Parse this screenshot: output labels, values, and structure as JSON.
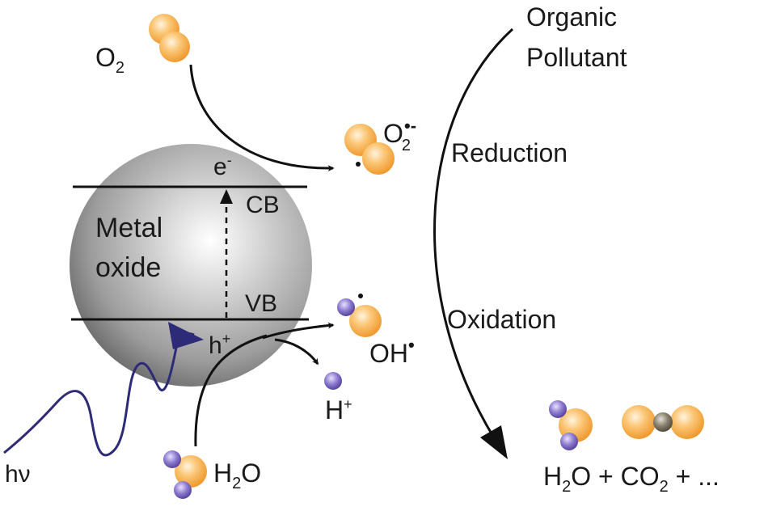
{
  "diagram": {
    "catalyst_label_line1": "Metal",
    "catalyst_label_line2": "oxide",
    "conduction_band": "CB",
    "valence_band": "VB",
    "electron": {
      "base": "e",
      "sup": "-"
    },
    "hole": {
      "base": "h",
      "sup": "+"
    },
    "photon": "hν",
    "oxygen": {
      "base": "O",
      "sub": "2"
    },
    "superoxide": {
      "base": "O",
      "sub": "2",
      "sup": "•-"
    },
    "hydroxyl_radical": {
      "base": "OH",
      "sup": "•"
    },
    "proton": {
      "base": "H",
      "sup": "+"
    },
    "water": {
      "base": "H",
      "sub": "2",
      "tail": "O"
    },
    "pollutant_line1": "Organic",
    "pollutant_line2": "Pollutant",
    "reduction": "Reduction",
    "oxidation": "Oxidation",
    "products": {
      "p1": "H",
      "p1sub": "2",
      "p1tail": "O + CO",
      "p2sub": "2",
      "tail": " + ..."
    }
  },
  "colors": {
    "oxygen_atom": "#f4a646",
    "hydrogen_atom": "#7a68b8",
    "carbon_atom": "#7d7462",
    "photon_wave": "#2d2a78",
    "sphere": "#9a9a9a",
    "line": "#111111"
  }
}
